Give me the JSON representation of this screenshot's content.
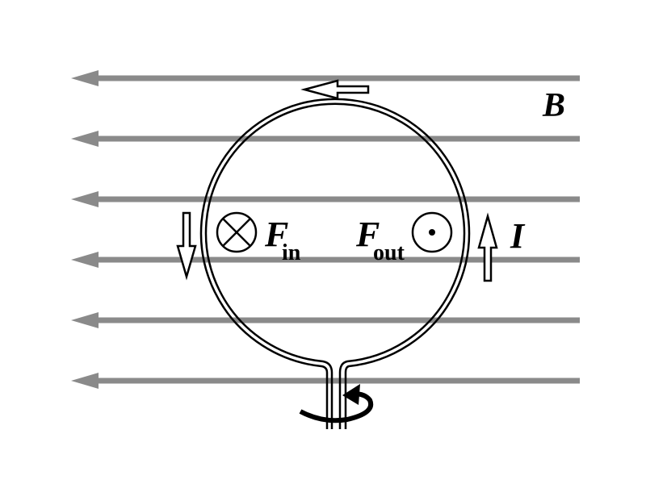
{
  "labels": {
    "field": "B",
    "force_in": "F",
    "force_in_sub": "in",
    "force_out": "F",
    "force_out_sub": "out",
    "current": "I"
  },
  "colors": {
    "field_lines": "#8a8a8a",
    "wire": "#000000"
  },
  "field_direction": "left",
  "field_line_count": 6
}
